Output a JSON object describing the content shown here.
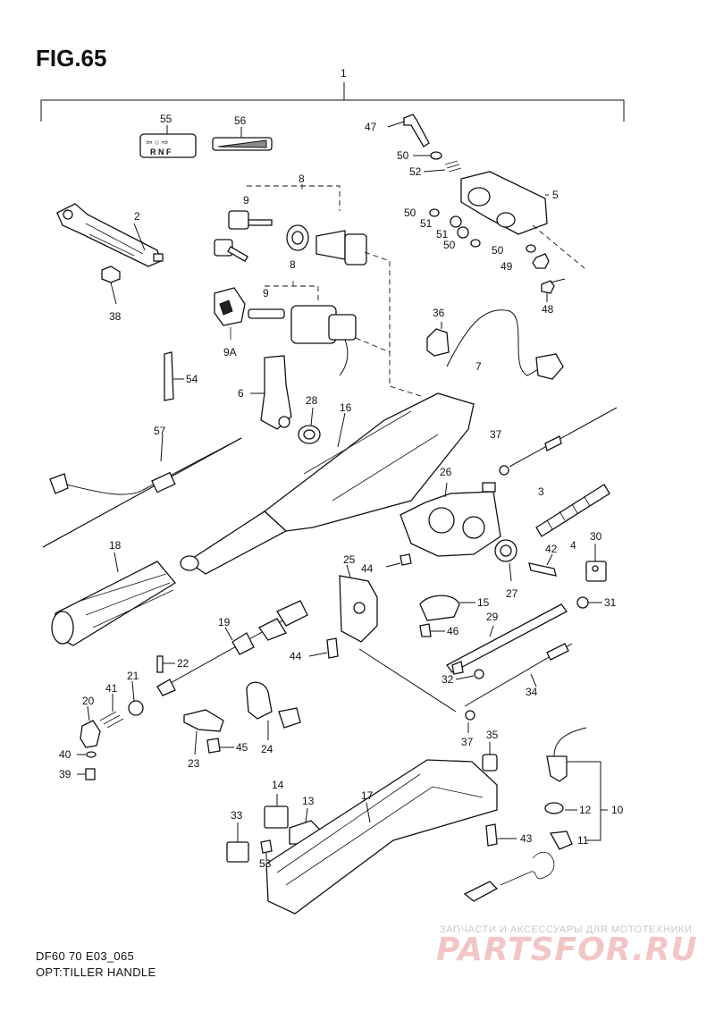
{
  "figure": {
    "title": "FIG.65",
    "model_code": "DF60 70 E03_065",
    "caption": "OPT:TILLER HANDLE"
  },
  "watermark": {
    "tagline": "ЗАПЧАСТИ И АКСЕССУАРЫ ДЛЯ МОТОТЕХНИКИ",
    "logo": "PARTSFOR.RU"
  },
  "plate_55": {
    "arrows": "⇦ ○ ⇨",
    "letters": "R N F"
  },
  "callouts": {
    "c1": "1",
    "c2": "2",
    "c3": "3",
    "c4": "4",
    "c5": "5",
    "c6": "6",
    "c7": "7",
    "c8a": "8",
    "c8b": "8",
    "c9a": "9",
    "c9b": "9",
    "c9A": "9A",
    "c10": "10",
    "c11": "11",
    "c12": "12",
    "c13": "13",
    "c14": "14",
    "c15": "15",
    "c16": "16",
    "c17": "17",
    "c18": "18",
    "c19": "19",
    "c20": "20",
    "c21": "21",
    "c22": "22",
    "c23": "23",
    "c24": "24",
    "c25": "25",
    "c26": "26",
    "c27": "27",
    "c28": "28",
    "c29": "29",
    "c30": "30",
    "c31": "31",
    "c32": "32",
    "c33": "33",
    "c34": "34",
    "c35": "35",
    "c36": "36",
    "c37a": "37",
    "c37b": "37",
    "c38": "38",
    "c39": "39",
    "c40": "40",
    "c41": "41",
    "c42": "42",
    "c43": "43",
    "c44a": "44",
    "c44b": "44",
    "c45": "45",
    "c46": "46",
    "c47": "47",
    "c48": "48",
    "c49": "49",
    "c50a": "50",
    "c50b": "50",
    "c50c": "50",
    "c50d": "50",
    "c51a": "51",
    "c51b": "51",
    "c52": "52",
    "c53": "53",
    "c54": "54",
    "c55": "55",
    "c56": "56",
    "c57": "57"
  }
}
